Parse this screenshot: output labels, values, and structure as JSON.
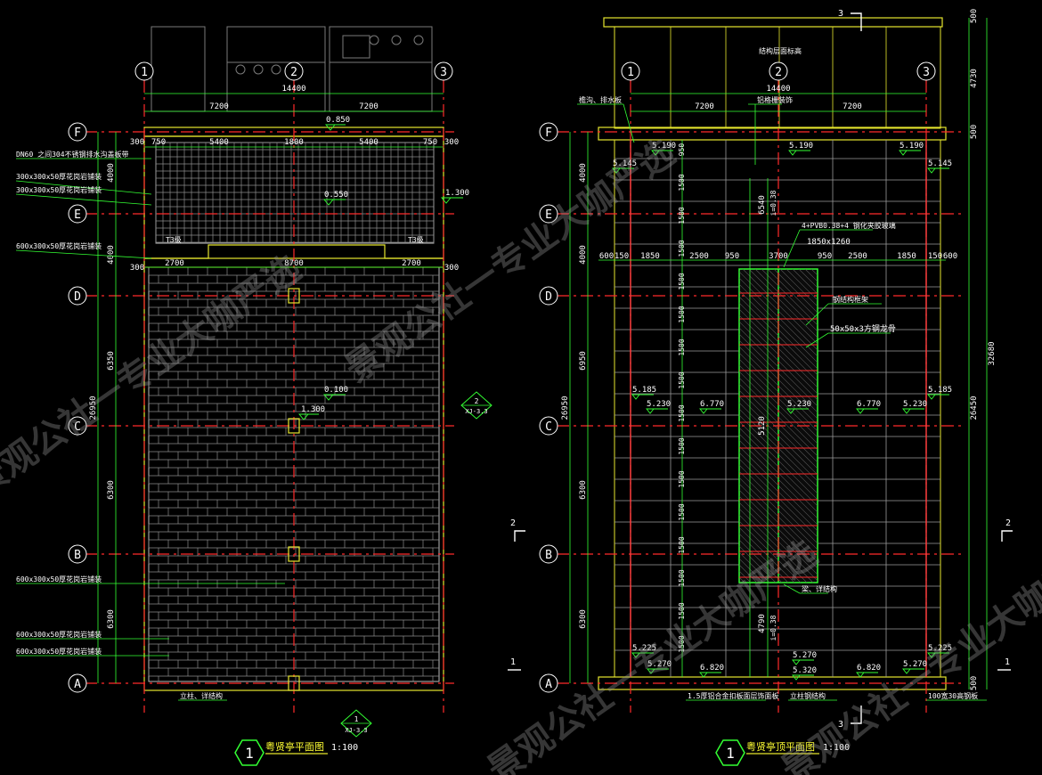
{
  "colors": {
    "background": "#000000",
    "axis_red": "#ff2a2a",
    "structure_yellow": "#e6e62e",
    "dimension_green": "#33ff33",
    "text_white": "#ffffff",
    "hatch_gray": "#8c8c8c",
    "glass_grid": "#4aa8a8"
  },
  "watermark": {
    "text": "景观公社一专业大咖严选"
  },
  "left_plan": {
    "title": "粤贤亭平面图",
    "scale": "1:100",
    "number": "1",
    "axes_cols": [
      "1",
      "2",
      "3"
    ],
    "axes_rows": [
      "F",
      "E",
      "D",
      "C",
      "B",
      "A"
    ],
    "dim_top_total": "14400",
    "dim_top_parts": [
      "7200",
      "7200"
    ],
    "dim_row1": [
      "300",
      "750",
      "5400",
      "1800",
      "5400",
      "750",
      "300"
    ],
    "dim_row2": [
      "300",
      "2700",
      "8700",
      "2700",
      "300"
    ],
    "dim_left_parts": [
      "4000",
      "4000",
      "6350",
      "6300",
      "6300"
    ],
    "dim_left_total": "26950",
    "elevations": [
      "0.850",
      "0.550",
      "1.300",
      "0.100",
      "1.300"
    ],
    "step_labels": [
      "T3级",
      "T3级"
    ],
    "labels": [
      "DN60 之间304不锈钢排水沟盖板带",
      "300x300x50厚花岗岩铺装",
      "300x300x50厚花岗岩铺装",
      "600x300x50厚花岗岩铺装",
      "600x300x50厚花岗岩铺装",
      "600x300x50厚花岗岩铺装",
      "600x300x50厚花岗岩铺装"
    ],
    "bottom_note": "立柱、详结构",
    "section_mark": {
      "num": "1",
      "sheet": "XJ-3.3"
    },
    "side_mark": {
      "num": "2",
      "sheet": "XJ-3.3"
    }
  },
  "right_plan": {
    "title": "粤贤亭顶平面图",
    "scale": "1:100",
    "number": "1",
    "axes_cols": [
      "1",
      "2",
      "3"
    ],
    "axes_rows": [
      "F",
      "E",
      "D",
      "C",
      "B",
      "A"
    ],
    "dim_top_total": "14400",
    "dim_top_parts": [
      "7200",
      "7200"
    ],
    "dim_mid": [
      "600",
      "150",
      "1850",
      "2500",
      "950",
      "3700",
      "950",
      "2500",
      "1850",
      "150",
      "600"
    ],
    "dim_left_parts": [
      "4000",
      "4000",
      "6950",
      "6300",
      "6300"
    ],
    "dim_left_total": "26950",
    "dim_right_parts": [
      "500",
      "4730",
      "500",
      "26450",
      "500"
    ],
    "dim_right_total": "32680",
    "dim_inner_v": [
      "950",
      "1500",
      "1500",
      "1500",
      "1500",
      "1500",
      "1500",
      "1500",
      "1500",
      "1500",
      "1500",
      "1500",
      "1500",
      "1500",
      "1500",
      "1500"
    ],
    "dim_inner_v2": [
      "6540",
      "5120",
      "4790"
    ],
    "slope_labels": [
      "i=0.38",
      "i=0.38"
    ],
    "elevations": [
      "5.190",
      "5.190",
      "5.190",
      "5.145",
      "5.145",
      "5.185",
      "5.230",
      "6.770",
      "5.230",
      "6.770",
      "5.230",
      "5.185",
      "5.225",
      "5.270",
      "6.820",
      "5.270",
      "5.320",
      "6.820",
      "5.270",
      "5.225"
    ],
    "labels": {
      "top_band": "结构层面标高",
      "gutter_left": "檐沟、排水板",
      "gutter_mid": "铝格栅装饰",
      "glass": "4+PVB0.38+4 钢化夹胶玻璃",
      "glass_size": "1850x1260",
      "frame": "钢结构框架",
      "tube": "50x50x3方钢龙骨",
      "beam_note": "梁、详结构",
      "bottom_left": "1.5厚铝合金扣板面层饰面板",
      "bottom_mid": "立柱钢结构",
      "bottom_right": "100宽30高钢板"
    },
    "section_marks": [
      "1",
      "1",
      "2",
      "2",
      "3",
      "3"
    ]
  }
}
